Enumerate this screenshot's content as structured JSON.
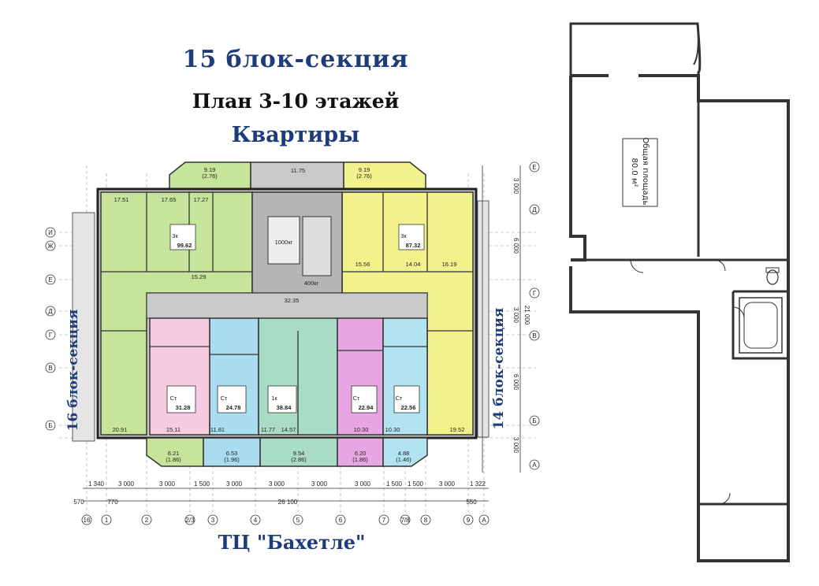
{
  "titles": {
    "main": "15  блок-секция",
    "sub": "План 3-10 этажей",
    "third": "Квартиры",
    "bottom": "ТЦ \"Бахетле\""
  },
  "side_labels": {
    "left": "16  блок-секция",
    "right": "14  блок-секция"
  },
  "dims": {
    "total_width": "26 100",
    "total_height": "21 000",
    "top_seg": "3 000",
    "mid_seg": "6 000",
    "small_seg": "1 500",
    "left_offset": "570",
    "left_offset2": "770",
    "right_offset": "550",
    "first_seg": "1 340",
    "last_seg": "1 322"
  },
  "axes_x": [
    "16",
    "1",
    "2",
    "2/3",
    "3",
    "4",
    "5",
    "6",
    "7",
    "7/8",
    "8",
    "9",
    "А"
  ],
  "axes_y_left": [
    "И",
    "Ж",
    "Е",
    "Д",
    "Г",
    "В",
    "Б"
  ],
  "axes_y_right": [
    "Е",
    "Д",
    "Г",
    "В",
    "Б",
    "А"
  ],
  "rooms": {
    "balcony_top_left": "9.19",
    "balcony_top_left_sub": "(2.76)",
    "balcony_top_mid": "11.75",
    "balcony_top_right": "9.19",
    "balcony_top_right_sub": "(2.76)",
    "lift": "1000кг",
    "lift2": "400кг",
    "hall": "32.35",
    "green_apt_label": "3к",
    "green_apt_total": "99.62",
    "yellow_apt_label": "3к",
    "yellow_apt_total": "87.32",
    "pink_apt_label": "Ст",
    "pink_apt_total": "31.28",
    "blue_apt_label": "Ст",
    "blue_apt_total": "24.78",
    "blue2_apt_label": "1к",
    "blue2_apt_total": "38.84",
    "purple_apt_label": "Ст",
    "purple_apt_total": "22.94",
    "cyan_apt_label": "Ст",
    "cyan_apt_total": "22.56",
    "balc_b1": "6.21",
    "balc_b1_sub": "(1.86)",
    "balc_b2": "6.53",
    "balc_b2_sub": "(1.96)",
    "balc_b3": "9.54",
    "balc_b3_sub": "(2.86)",
    "balc_b4": "6.20",
    "balc_b4_sub": "(1.86)",
    "balc_b5": "4.88",
    "balc_b5_sub": "(1.46)",
    "room_a": "17.51",
    "room_b": "17.65",
    "room_c": "17.27",
    "room_d": "15.29",
    "room_e": "15.56",
    "room_f": "14.04",
    "room_g": "16.19",
    "room_h": "20.91",
    "room_i": "15.11",
    "room_j": "11.81",
    "room_k": "11.77",
    "room_l": "14.57",
    "room_m": "10.30",
    "room_n": "10.30",
    "room_o": "19.52"
  },
  "apartment_plan": {
    "area_label": "Общая площадь",
    "area_value": "80.0 м²"
  },
  "colors": {
    "green": "#c6e59a",
    "yellow": "#f1f28c",
    "pink": "#f7cbe0",
    "blue": "#a9dcef",
    "mint": "#a9dcc4",
    "purple": "#e7a6e3",
    "cyan": "#b2e3f0",
    "gray": "#c9c9c9",
    "title_blue": "#1f3c7a"
  }
}
